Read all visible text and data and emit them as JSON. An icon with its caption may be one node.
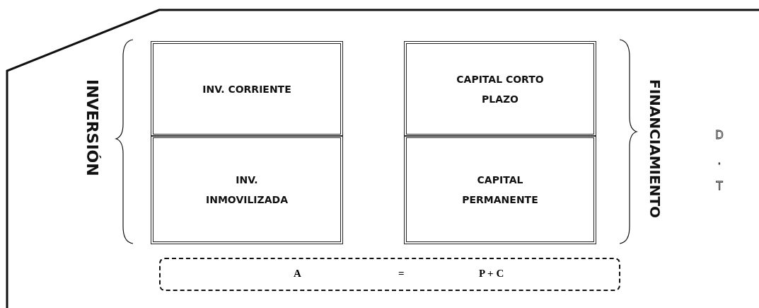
{
  "diagram": {
    "nodes": [
      {
        "text": [
          "INV. CORRIENTE"
        ]
      },
      {
        "text": [
          "INV. INMOVILIZADA"
        ]
      },
      {
        "text": [
          "CAPITAL CORTO PLAZO"
        ]
      },
      {
        "text": [
          "CAPITAL PERMANENTE"
        ]
      },
      {
        "text": [
          "A",
          "=",
          "P + C"
        ]
      }
    ],
    "edges": [],
    "labels": [
      "INVERSIÓN",
      "FINANCIAMIENTO",
      "D . T"
    ]
  }
}
